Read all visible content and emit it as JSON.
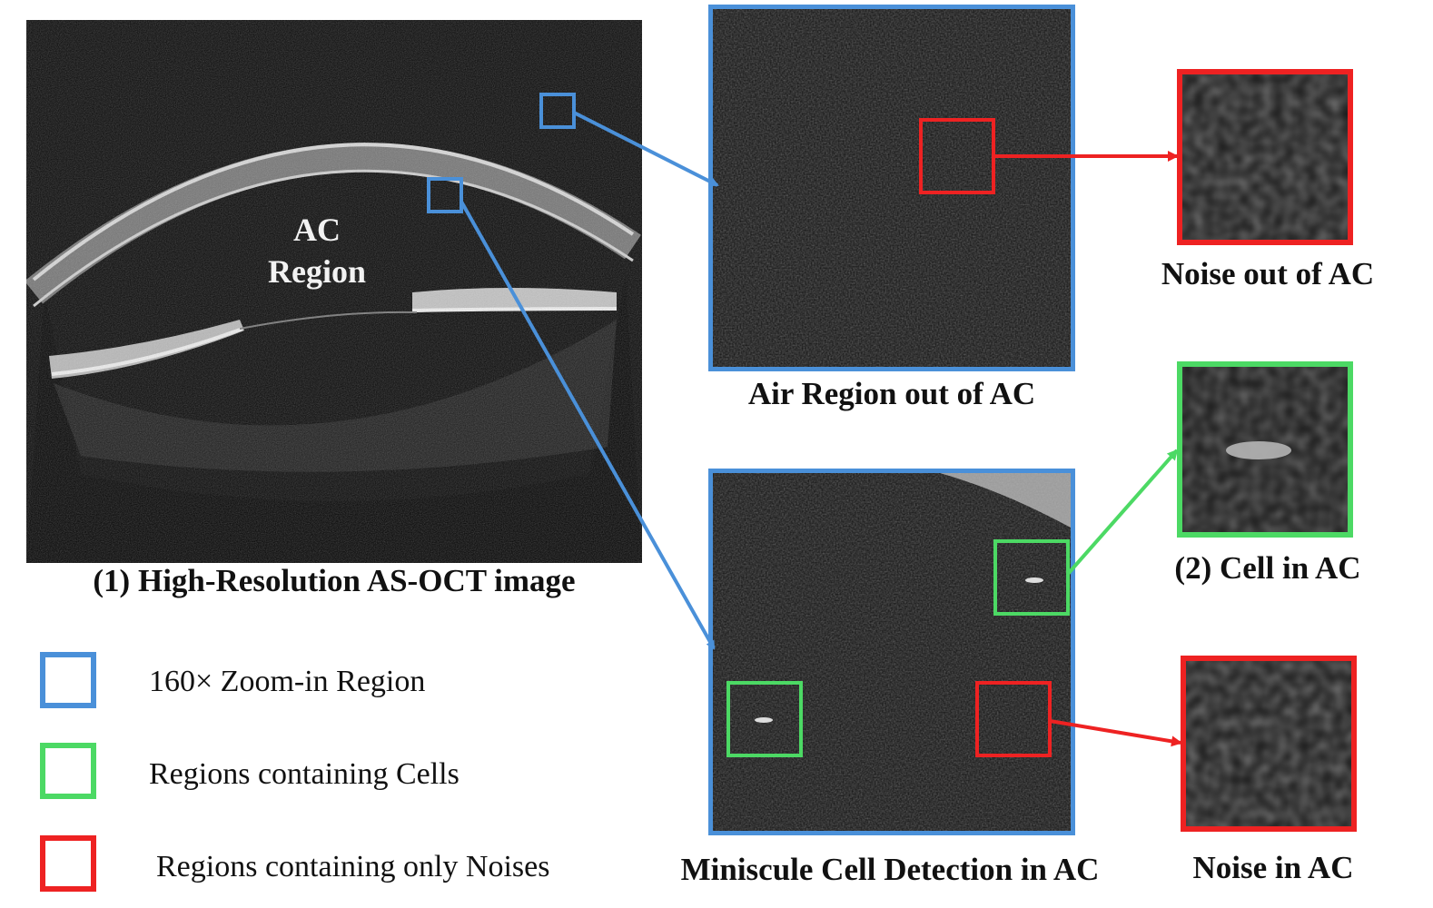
{
  "colors": {
    "zoom_region": "#4a90d9",
    "cell_region": "#4cd964",
    "noise_region": "#ee2222"
  },
  "oct_image": {
    "ac_label_line1": "AC",
    "ac_label_line2": "Region",
    "caption": "(1) High-Resolution AS-OCT image"
  },
  "panels": {
    "air_region": {
      "caption": "Air Region out of AC"
    },
    "cell_detection": {
      "caption": "Miniscule Cell Detection in AC"
    },
    "noise_out": {
      "caption": "Noise out of AC"
    },
    "cell_in": {
      "caption": "(2) Cell in AC"
    },
    "noise_in": {
      "caption": "Noise in AC"
    }
  },
  "legend": [
    {
      "label": "160× Zoom-in Region",
      "color": "#4a90d9"
    },
    {
      "label": "Regions containing Cells",
      "color": "#4cd964"
    },
    {
      "label": "Regions containing only Noises",
      "color": "#ee2222"
    }
  ]
}
